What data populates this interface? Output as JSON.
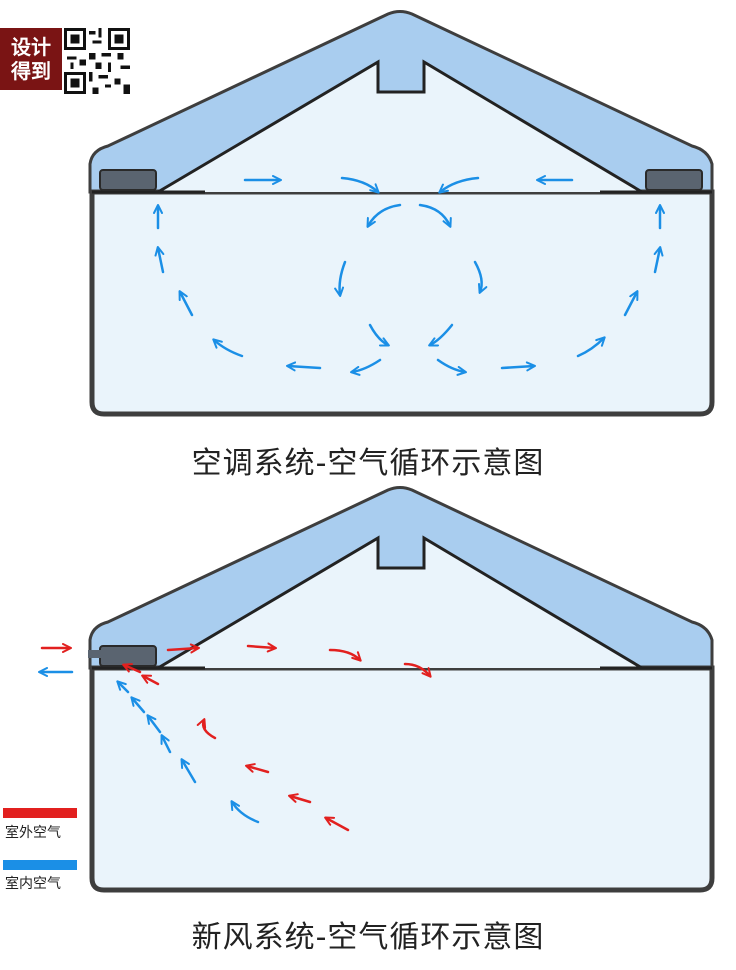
{
  "logo": {
    "line1": "设计",
    "line2": "得到"
  },
  "captions": {
    "ac": "空调系统-空气循环示意图",
    "fresh": "新风系统-空气循环示意图"
  },
  "legend": {
    "outdoor_label": "室外空气",
    "indoor_label": "室内空气",
    "outdoor_color": "#e2201f",
    "indoor_color": "#1b8fe6"
  },
  "colors": {
    "roof_fill": "#a9cdef",
    "room_fill": "#eaf4fb",
    "outline": "#3e3e3e"
  },
  "icons": [
    "qr-code-icon",
    "blue-arrow-icon",
    "red-arrow-icon"
  ]
}
